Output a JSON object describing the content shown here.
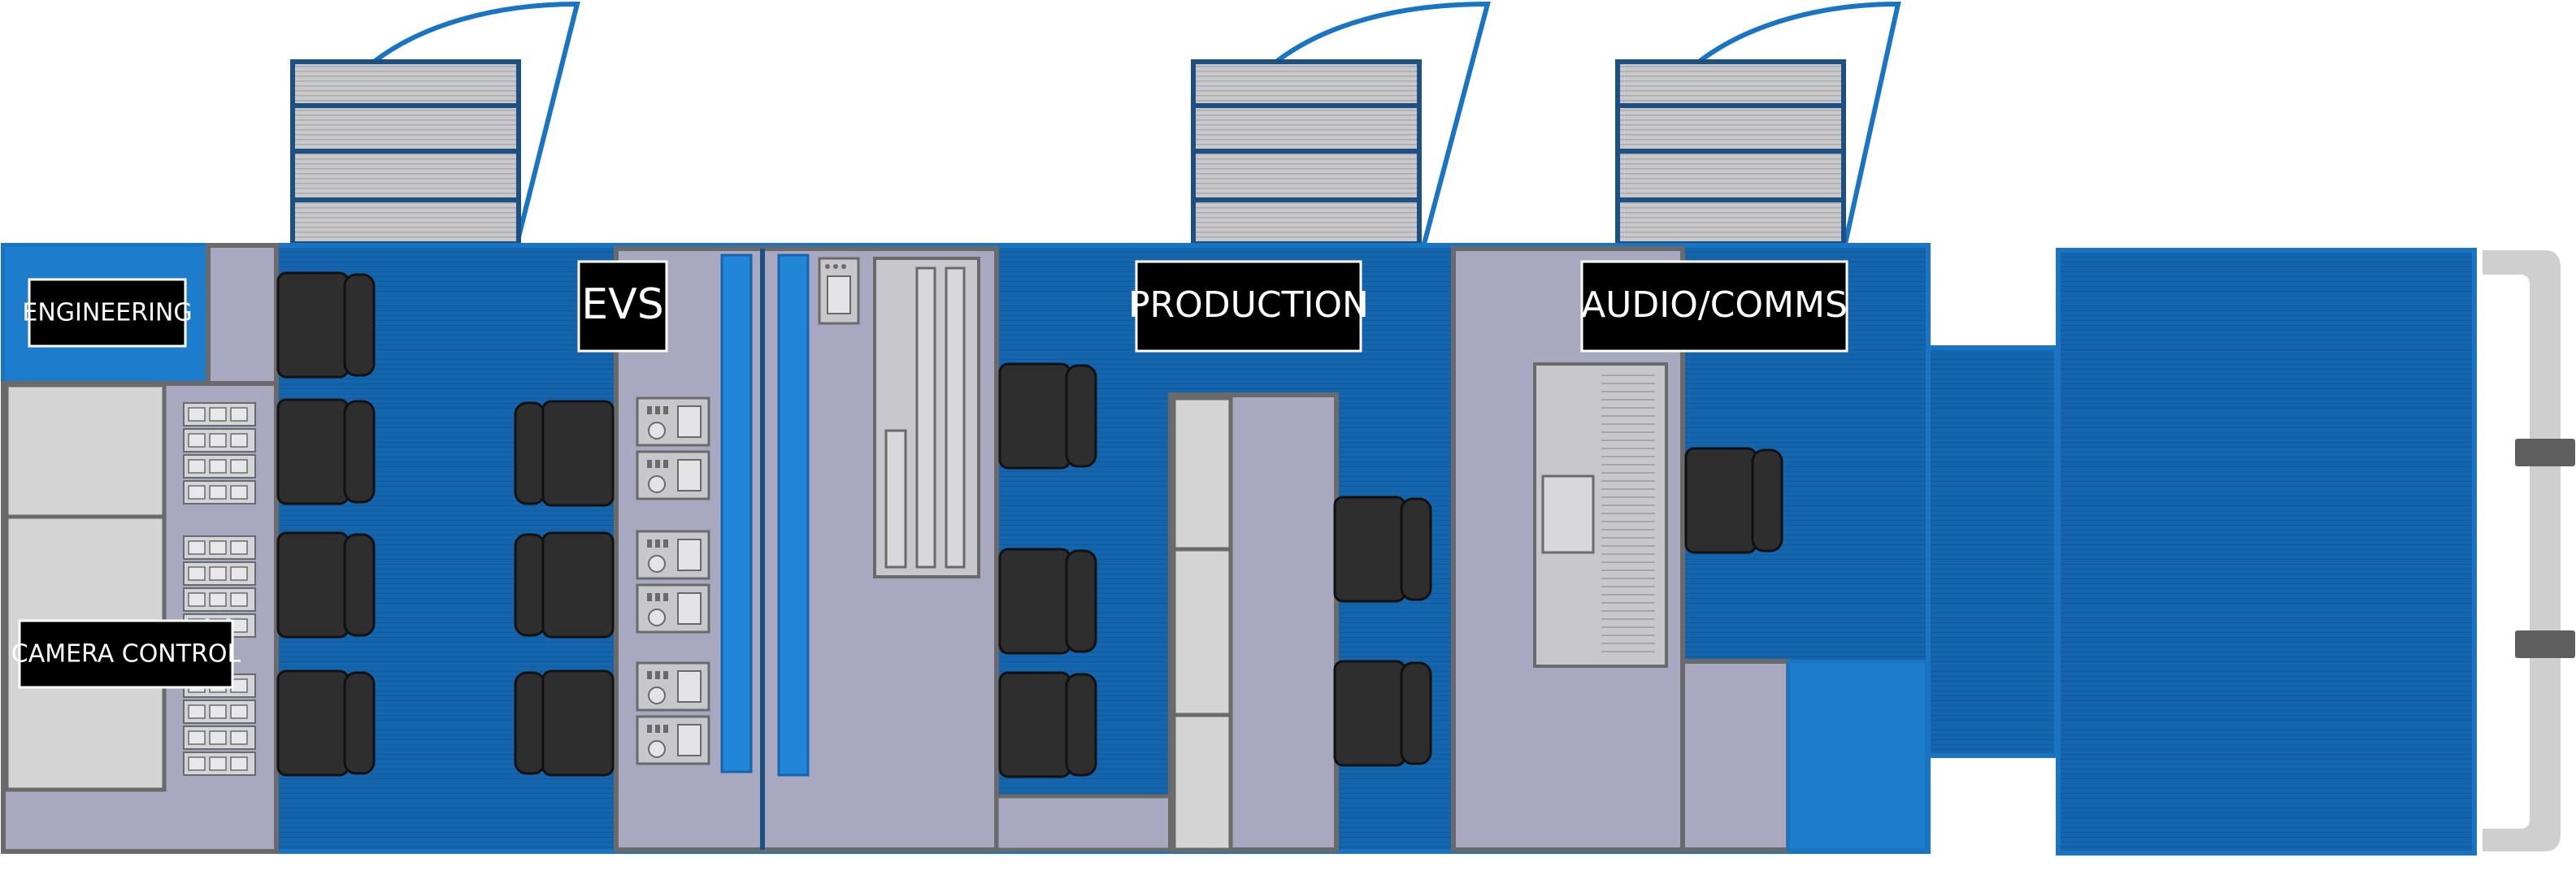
{
  "labels": {
    "engineering": "ENGINEERING",
    "camera_control": "CAMERA CONTROL",
    "evs": "EVS",
    "production": "PRODUCTION",
    "audio_comms": "AUDIO/COMMS"
  },
  "colors": {
    "floor_blue": "#1565ae",
    "bright_blue": "#1e7ccc",
    "panel_gray": "#a8a9c0",
    "frame_gray": "#6a6a6a",
    "light_gray": "#d4d4d4",
    "chair_dark": "#2e2e2e",
    "outline_blue": "#1a74c4",
    "cabinet_gray": "#c8c8cc",
    "bar_blue": "#2185d8"
  },
  "icons": [
    "chair-icon",
    "rack-unit-icon",
    "slide-out-awning-icon",
    "door-hinge-icon"
  ]
}
